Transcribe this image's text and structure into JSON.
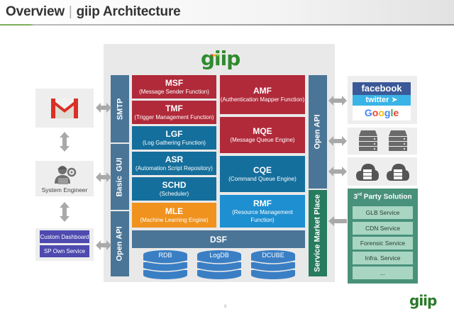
{
  "header": {
    "section": "Overview",
    "title": "giip Architecture"
  },
  "logo": {
    "text": "giip"
  },
  "left_bars": [
    {
      "label": "SMTP"
    },
    {
      "label": "Basic  GUI"
    },
    {
      "label": "Open API"
    }
  ],
  "right_bars": [
    {
      "label": "Open API"
    },
    {
      "label": "Service Market Place"
    }
  ],
  "modules_left": [
    {
      "abbr": "MSF",
      "name": "(Message Sender Function)"
    },
    {
      "abbr": "TMF",
      "name": "(Trigger Management Function)"
    },
    {
      "abbr": "LGF",
      "name": "(Log Gathering Function)"
    },
    {
      "abbr": "ASR",
      "name": "(Automation Script Repository)"
    },
    {
      "abbr": "SCHD",
      "name": "(Scheduler)"
    },
    {
      "abbr": "MLE",
      "name": "(Machine Learning Engine)"
    }
  ],
  "modules_right": [
    {
      "abbr": "AMF",
      "name": "(Authentication Mapper Function)"
    },
    {
      "abbr": "MQE",
      "name": "(Message Queue Engine)"
    },
    {
      "abbr": "CQE",
      "name": "(Command Queue Engine)"
    },
    {
      "abbr": "RMF",
      "name": "(Resource Management Function)"
    }
  ],
  "dsf": {
    "label": "DSF"
  },
  "databases": [
    {
      "label": "RDB"
    },
    {
      "label": "LogDB"
    },
    {
      "label": "DCUBE"
    }
  ],
  "left_side": {
    "mail_icon": "gmail-icon",
    "engineer_label": "System Engineer",
    "buttons": [
      {
        "label": "Custom Dashboard"
      },
      {
        "label": "SP Own Service"
      }
    ]
  },
  "right_side": {
    "social": {
      "facebook": "facebook",
      "twitter": "twitter",
      "google": "Google"
    },
    "third_party": {
      "title_sup": "rd",
      "title_num": "3",
      "title_rest": " Party Solution",
      "services": [
        {
          "label": "GLB Service"
        },
        {
          "label": "CDN Service"
        },
        {
          "label": "Forensic Service"
        },
        {
          "label": "Infra. Service"
        },
        {
          "label": "..."
        }
      ]
    }
  },
  "footer": {
    "logo": "giip",
    "page": "8"
  },
  "colors": {
    "red": "#b02a3a",
    "blue": "#156f9c",
    "light_blue": "#1e8fd0",
    "orange": "#f0921e",
    "slate": "#4a7596",
    "green": "#277b5f",
    "logo_green": "#2e8b2e"
  }
}
